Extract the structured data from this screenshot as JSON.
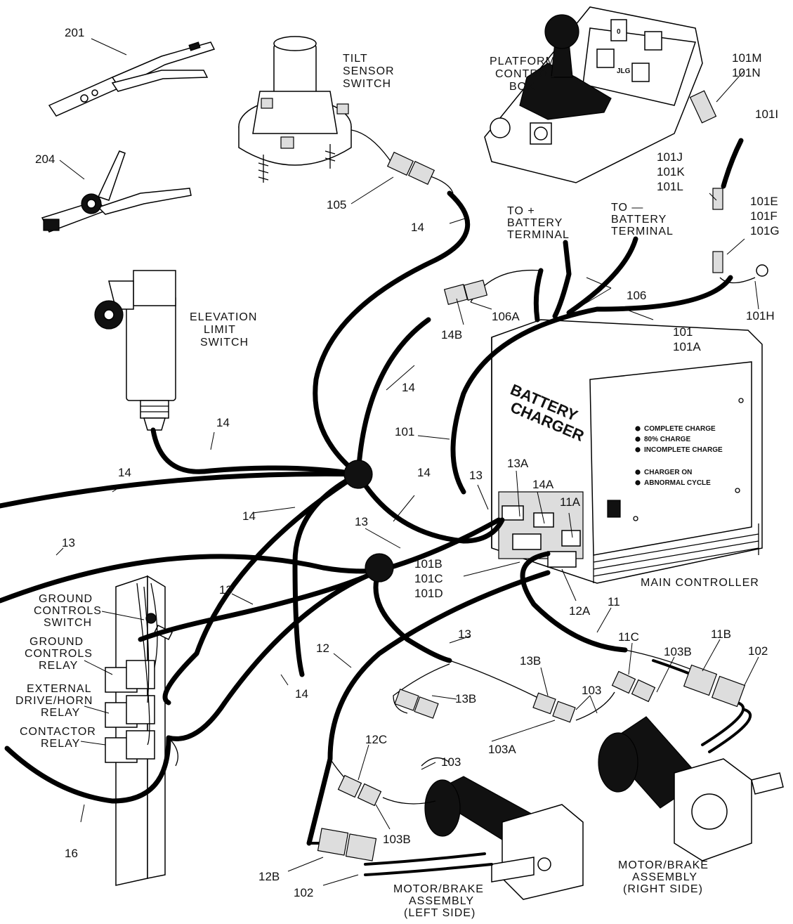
{
  "tools": {
    "crimper_201": "201",
    "stripper_204": "204"
  },
  "components": {
    "tilt_sensor": [
      "TILT",
      "SENSOR",
      "SWITCH"
    ],
    "platform_box": [
      "PLATFORM",
      "CONTROL",
      "BOX"
    ],
    "elevation_limit": [
      "ELEVATION",
      "LIMIT",
      "SWITCH"
    ],
    "battery_pos": [
      "TO +",
      "BATTERY",
      "TERMINAL"
    ],
    "battery_neg": [
      "TO —",
      "BATTERY",
      "TERMINAL"
    ],
    "main_controller": "MAIN  CONTROLLER",
    "ground_switch": [
      "GROUND",
      "CONTROLS",
      "SWITCH"
    ],
    "ground_relay": [
      "GROUND",
      "CONTROLS",
      "RELAY"
    ],
    "drive_relay": [
      "EXTERNAL",
      "DRIVE/HORN",
      "RELAY"
    ],
    "contactor": [
      "CONTACTOR",
      "RELAY"
    ],
    "motor_left": [
      "MOTOR/BRAKE",
      "ASSEMBLY",
      "(LEFT  SIDE)"
    ],
    "motor_right": [
      "MOTOR/BRAKE",
      "ASSEMBLY",
      "(RIGHT  SIDE)"
    ]
  },
  "charger": {
    "title1": "BATTERY",
    "title2": "CHARGER",
    "legend": [
      "COMPLETE CHARGE",
      "80% CHARGE",
      "INCOMPLETE CHARGE",
      "CHARGER ON",
      "ABNORMAL CYCLE"
    ]
  },
  "platform_panel": {
    "logo": "JLG",
    "zero": "0"
  },
  "callouts": {
    "c101M": "101M",
    "c101N": "101N",
    "c101I": "101I",
    "c101J": "101J",
    "c101K": "101K",
    "c101L": "101L",
    "c101E": "101E",
    "c101F": "101F",
    "c101G": "101G",
    "c101H": "101H",
    "c101_top": "101",
    "c101A": "101A",
    "c106": "106",
    "c106A": "106A",
    "c14B": "14B",
    "c105": "105",
    "c14_a": "14",
    "c14_b": "14",
    "c14_c": "14",
    "c14_d": "14",
    "c14_e": "14",
    "c14_f": "14",
    "c14_g": "14",
    "c101_mid": "101",
    "c13_a": "13",
    "c13A": "13A",
    "c14A": "14A",
    "c11A": "11A",
    "c13_b": "13",
    "c13_c": "13",
    "c13_d": "13",
    "c13_e": "13",
    "c101B": "101B",
    "c101C": "101C",
    "c101D": "101D",
    "c12A": "12A",
    "c11": "11",
    "c11C": "11C",
    "c103B_r": "103B",
    "c11B": "11B",
    "c102_r": "102",
    "c12": "12",
    "c13B_a": "13B",
    "c13B_b": "13B",
    "c103": "103",
    "c103A": "103A",
    "c12C": "12C",
    "c103_b": "103",
    "c103B_l": "103B",
    "c12B": "12B",
    "c102_l": "102",
    "c16": "16"
  }
}
